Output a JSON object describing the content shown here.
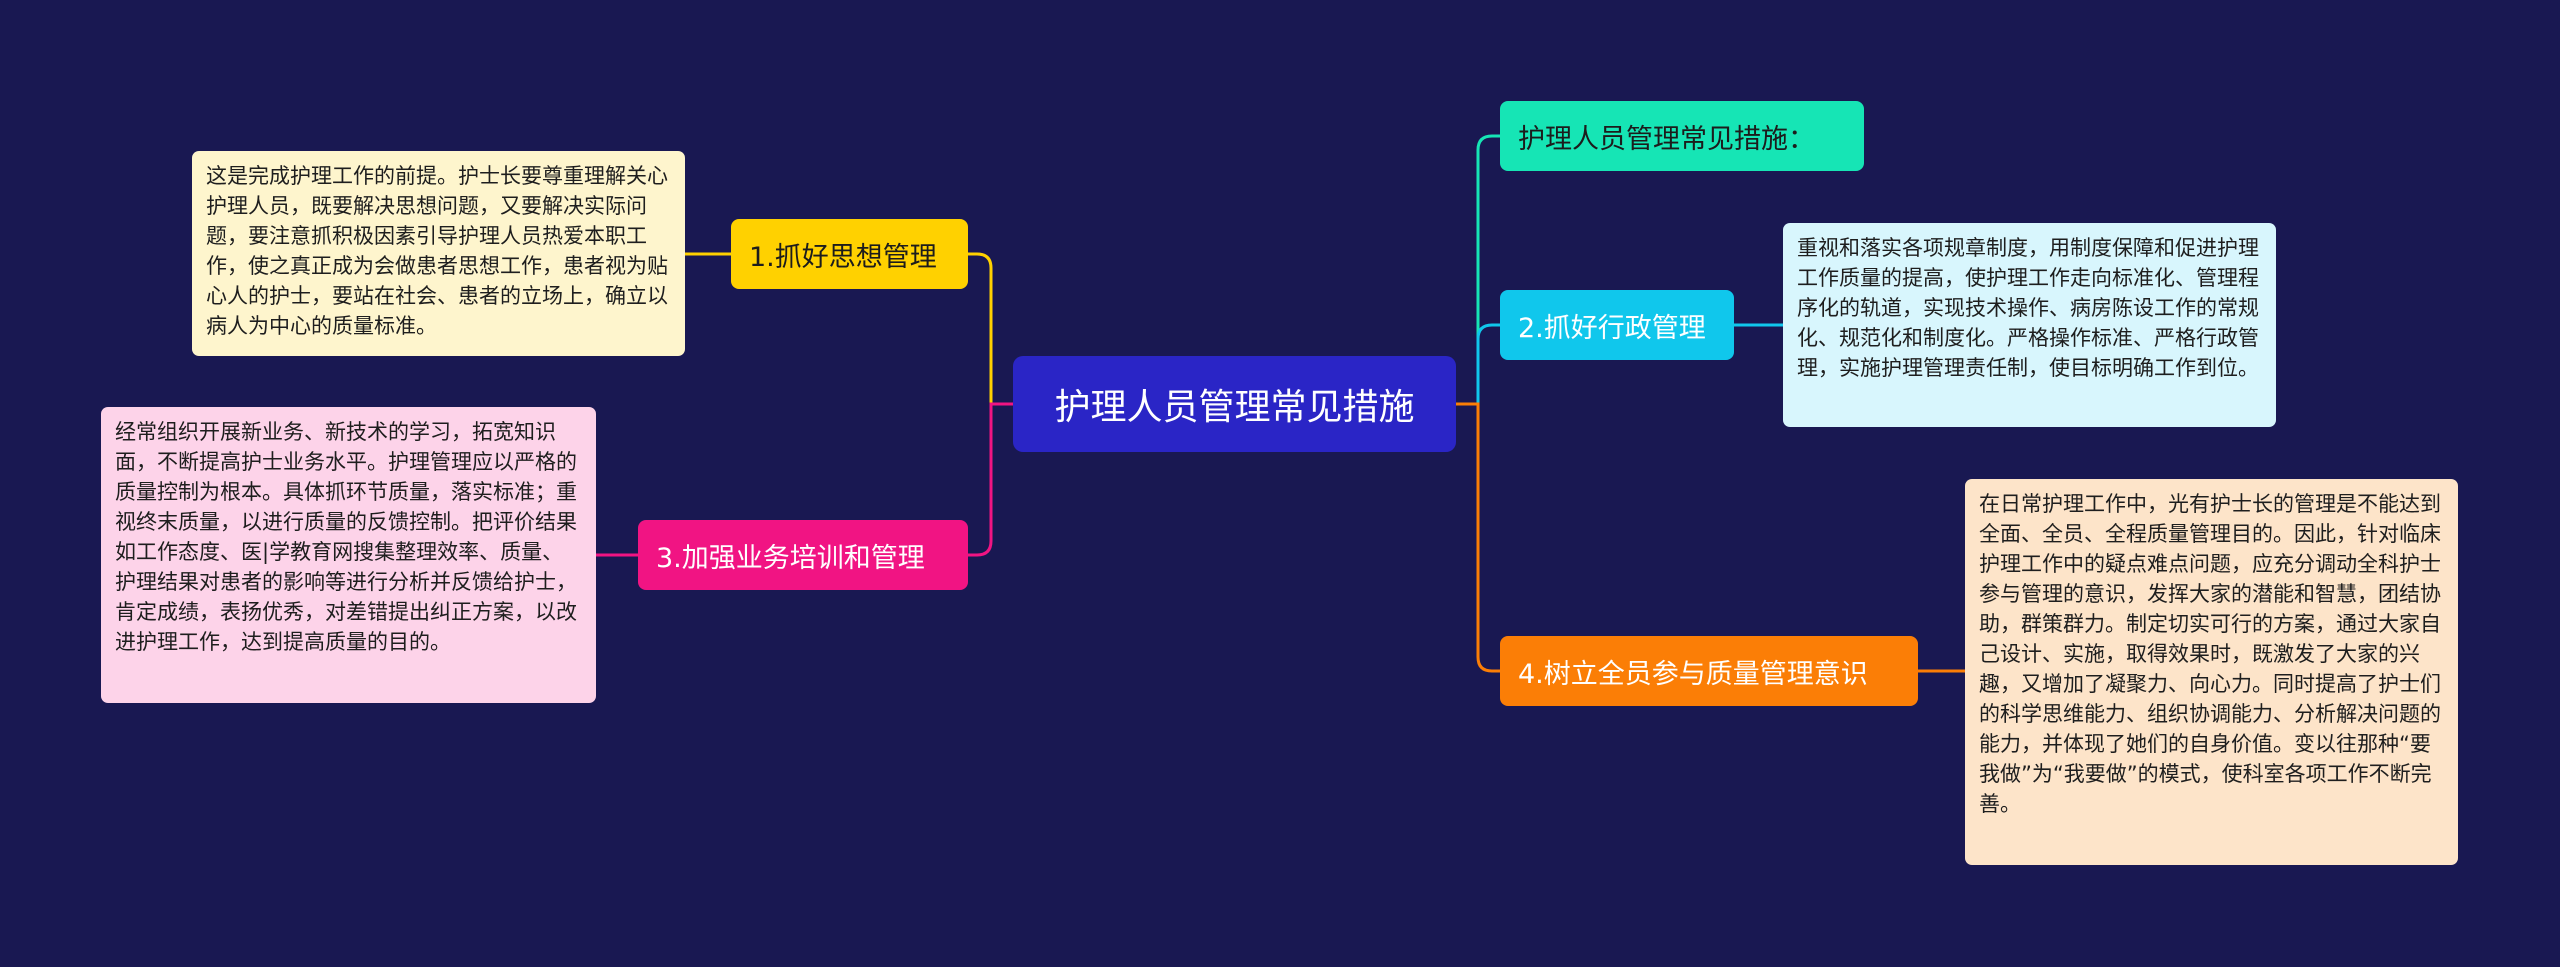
{
  "center": {
    "label": "护理人员管理常见措施"
  },
  "branches": [
    {
      "label": "护理人员管理常见措施：",
      "color": "#16e5b5"
    },
    {
      "label": "2.抓好行政管理",
      "color": "#10c7ec"
    },
    {
      "label": "4.树立全员参与质量管理意识",
      "color": "#fb7e06"
    },
    {
      "label": "1.抓好思想管理",
      "color": "#ffd100"
    },
    {
      "label": "3.加强业务培训和管理",
      "color": "#f11483"
    }
  ],
  "leaves": [
    {
      "text": "重视和落实各项规章制度，用制度保障和促进护理工作质量的提高，使护理工作走向标准化、管理程序化的轨道，实现技术操作、病房陈设工作的常规化、规范化和制度化。严格操作标准、严格行政管理，实施护理管理责任制，使目标明确工作到位。",
      "bg": "#d8f6fd"
    },
    {
      "text": "在日常护理工作中，光有护士长的管理是不能达到全面、全员、全程质量管理目的。因此，针对临床护理工作中的疑点难点问题，应充分调动全科护士参与管理的意识，发挥大家的潜能和智慧，团结协助，群策群力。制定切实可行的方案，通过大家自己设计、实施，取得效果时，既激发了大家的兴趣，又增加了凝聚力、向心力。同时提高了护士们的科学思维能力、组织协调能力、分析解决问题的能力，并体现了她们的自身价值。变以往那种“要我做”为“我要做”的模式，使科室各项工作不断完善。",
      "bg": "#fde4c9"
    },
    {
      "text": "这是完成护理工作的前提。护士长要尊重理解关心护理人员，既要解决思想问题，又要解决实际问题，要注意抓积极因素引导护理人员热爱本职工作，使之真正成为会做患者思想工作，患者视为贴心人的护士，要站在社会、患者的立场上，确立以病人为中心的质量标准。",
      "bg": "#fef5cd"
    },
    {
      "text": "经常组织开展新业务、新技术的学习，拓宽知识面，不断提高护士业务水平。护理管理应以严格的质量控制为根本。具体抓环节质量，落实标准；重视终末质量，以进行质量的反馈控制。把评价结果如工作态度、医|学教育网搜集整理效率、质量、护理结果对患者的影响等进行分析并反馈给护士，肯定成绩，表扬优秀，对差错提出纠正方案，以改进护理工作，达到提高质量的目的。",
      "bg": "#fdd3e9"
    }
  ]
}
